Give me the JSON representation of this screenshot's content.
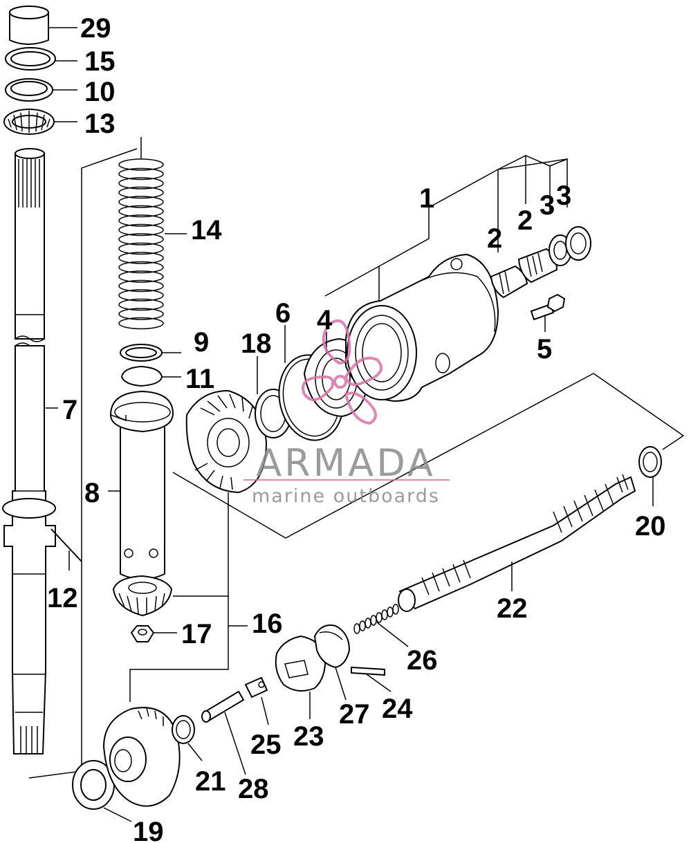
{
  "diagram": {
    "labels": {
      "p1": "1",
      "p2a": "2",
      "p2b": "2",
      "p3a": "3",
      "p3b": "3",
      "p4": "4",
      "p5": "5",
      "p6": "6",
      "p7": "7",
      "p8": "8",
      "p9": "9",
      "p10": "10",
      "p11": "11",
      "p12": "12",
      "p13": "13",
      "p14": "14",
      "p15": "15",
      "p16": "16",
      "p17": "17",
      "p18": "18",
      "p19": "19",
      "p20": "20",
      "p21": "21",
      "p22": "22",
      "p23": "23",
      "p24": "24",
      "p25": "25",
      "p26": "26",
      "p27": "27",
      "p28": "28",
      "p29": "29"
    },
    "watermark": {
      "brand": "ARMADA",
      "tagline": "marine outboards",
      "color": "#d873a8"
    }
  }
}
